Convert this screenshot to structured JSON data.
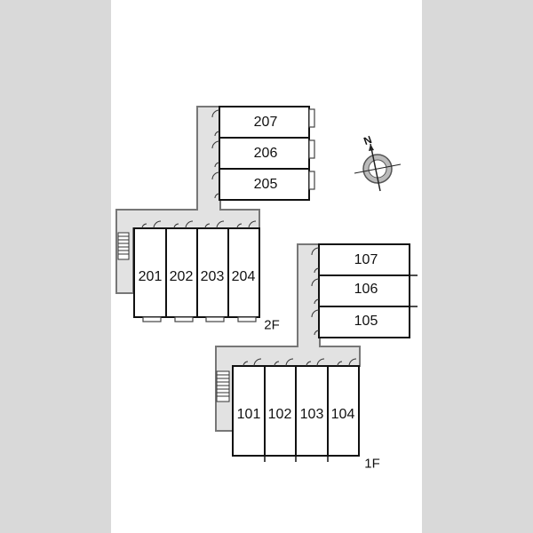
{
  "floors": [
    {
      "label": "2F",
      "units": [
        "201",
        "202",
        "203",
        "204",
        "205",
        "206",
        "207"
      ]
    },
    {
      "label": "1F",
      "units": [
        "101",
        "102",
        "103",
        "104",
        "105",
        "106",
        "107"
      ]
    }
  ],
  "compass": {
    "north_label": "N"
  },
  "colors": {
    "corridor": "#e2e2e2",
    "wall": "#111111",
    "side_band": "#d9d9d9"
  }
}
